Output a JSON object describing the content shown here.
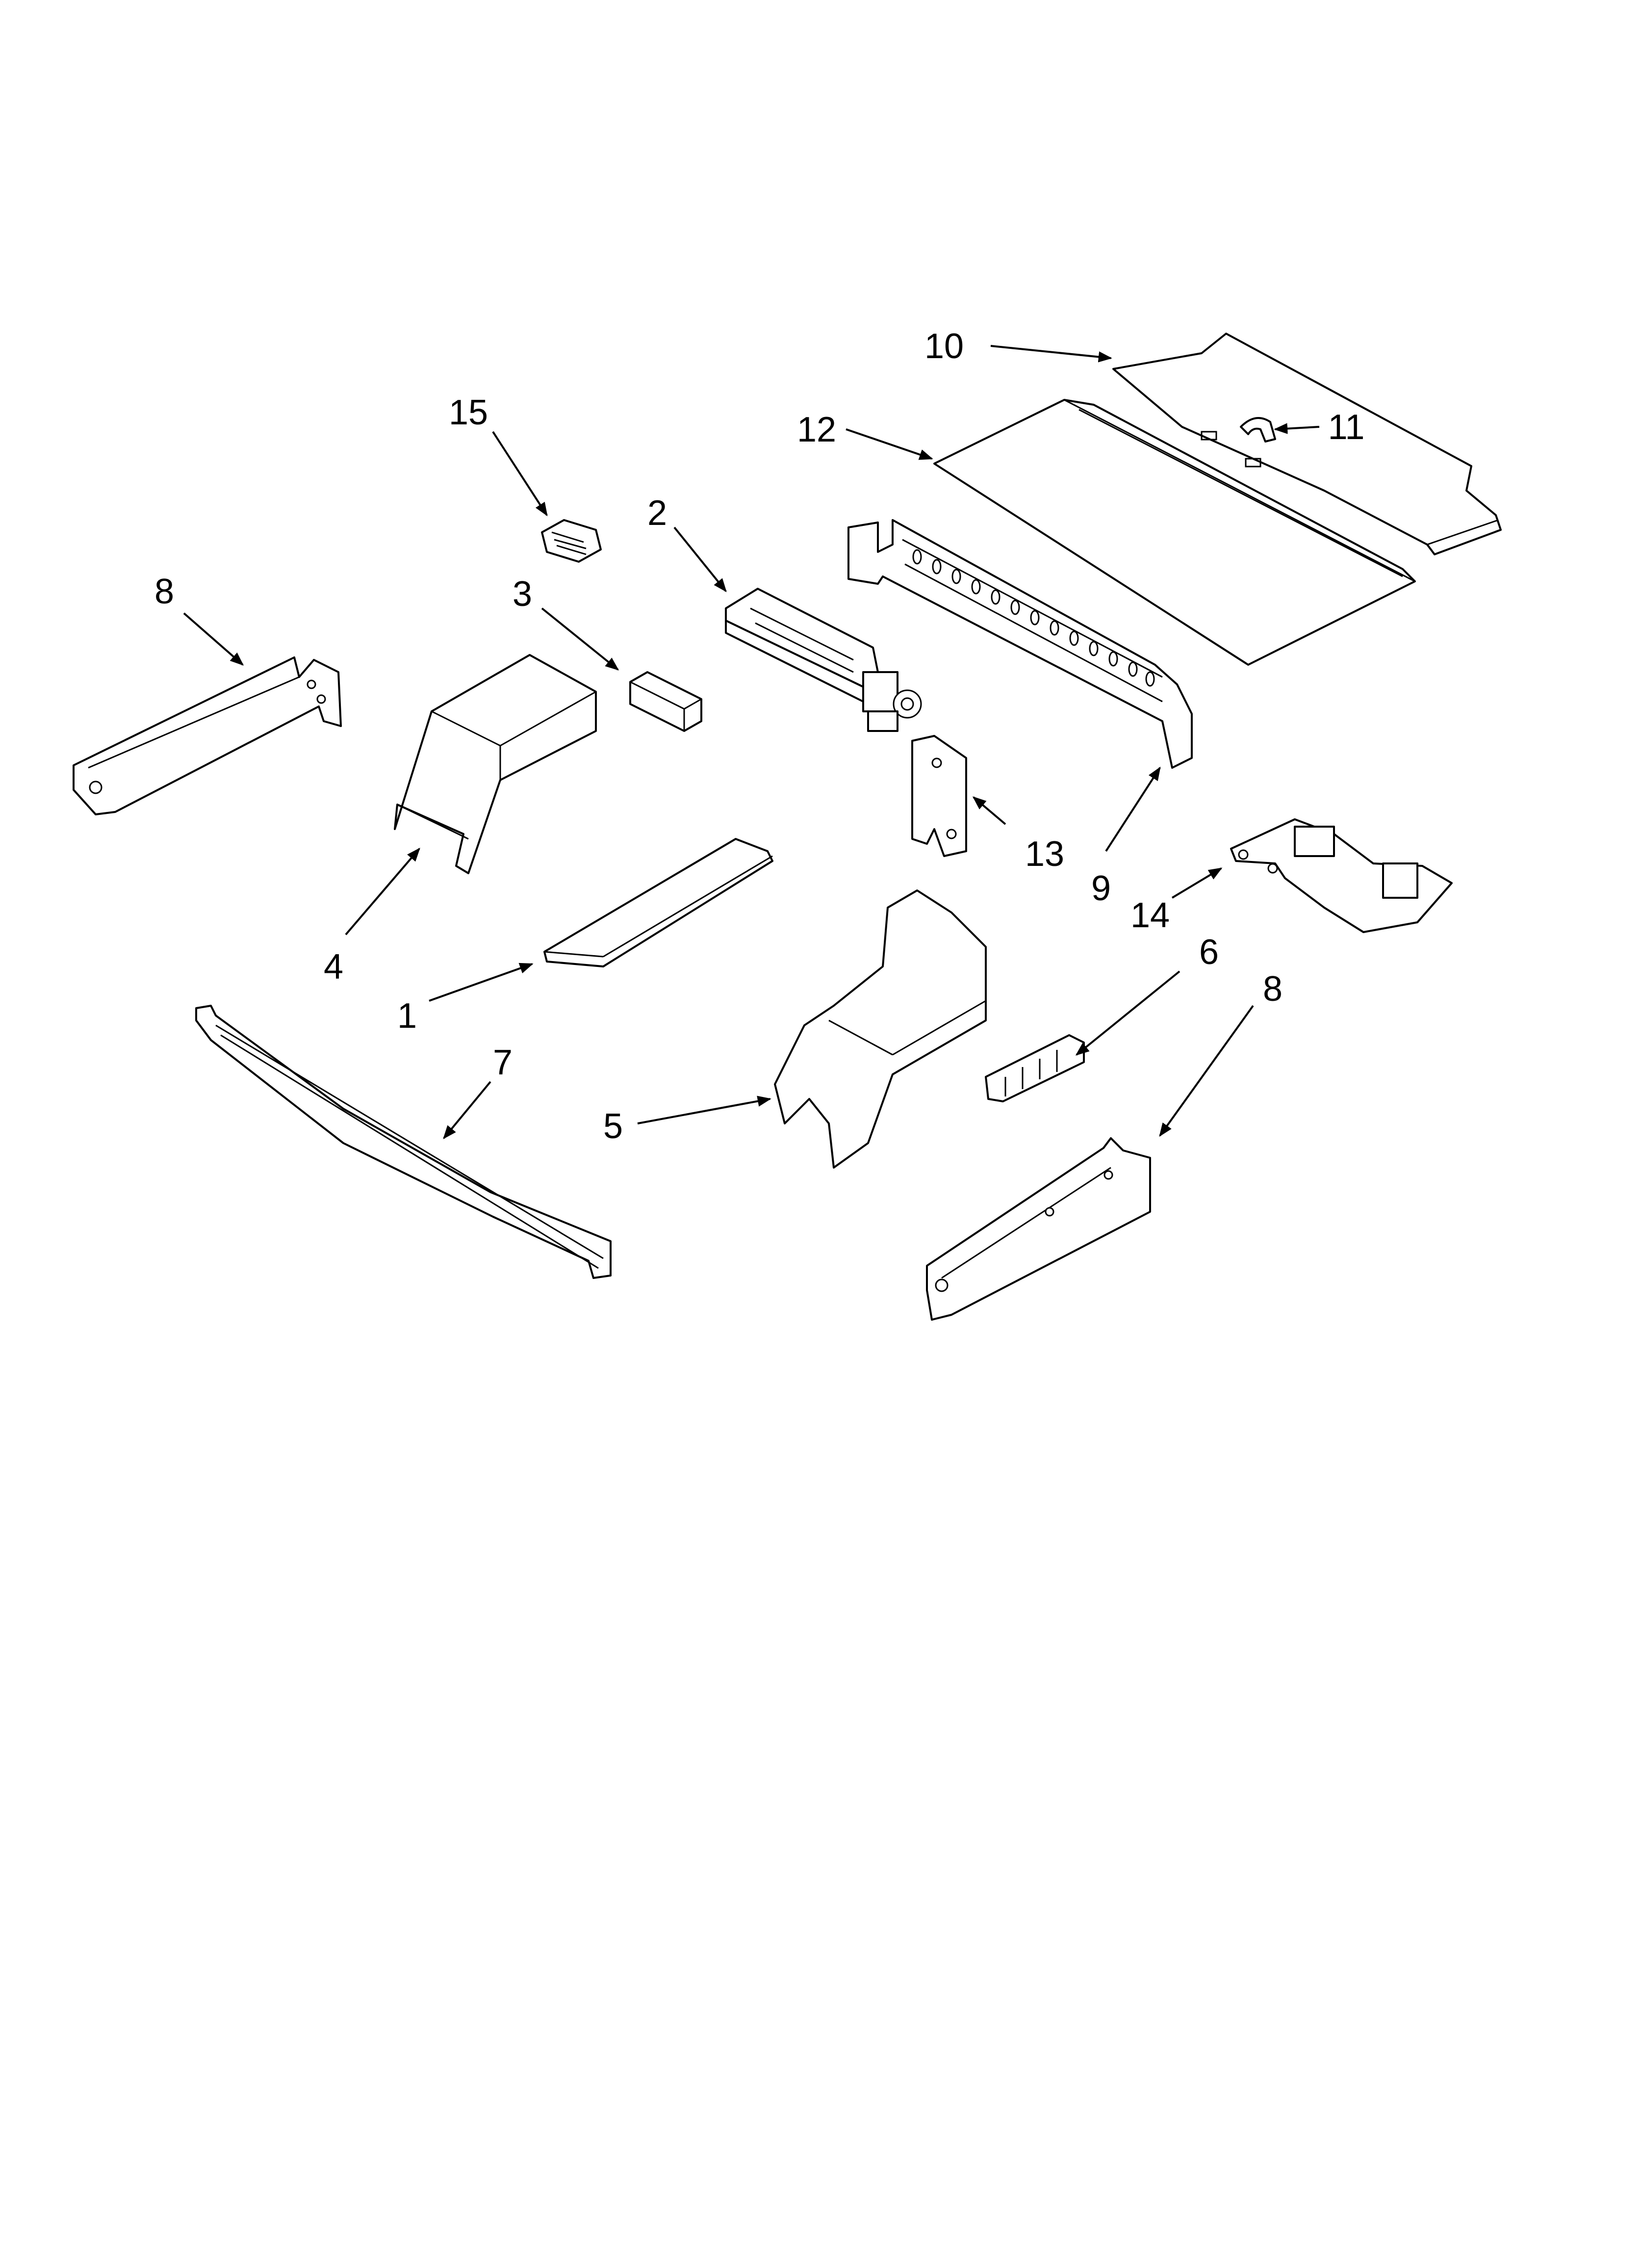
{
  "callouts": [
    {
      "id": "c1",
      "label": "1"
    },
    {
      "id": "c2",
      "label": "2"
    },
    {
      "id": "c3",
      "label": "3"
    },
    {
      "id": "c4",
      "label": "4"
    },
    {
      "id": "c5",
      "label": "5"
    },
    {
      "id": "c6",
      "label": "6"
    },
    {
      "id": "c7",
      "label": "7"
    },
    {
      "id": "c8a",
      "label": "8"
    },
    {
      "id": "c8b",
      "label": "8"
    },
    {
      "id": "c9",
      "label": "9"
    },
    {
      "id": "c10",
      "label": "10"
    },
    {
      "id": "c11",
      "label": "11"
    },
    {
      "id": "c12",
      "label": "12"
    },
    {
      "id": "c13",
      "label": "13"
    },
    {
      "id": "c14",
      "label": "14"
    },
    {
      "id": "c15",
      "label": "15"
    }
  ]
}
